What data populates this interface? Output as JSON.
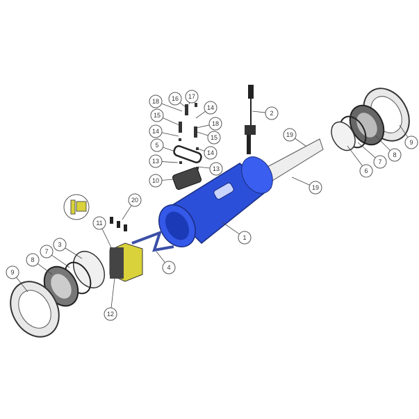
{
  "diagram": {
    "type": "exploded parts view",
    "callouts": [
      "18",
      "16",
      "17",
      "14",
      "15",
      "18",
      "14",
      "15",
      "5",
      "14",
      "13",
      "13",
      "10",
      "2",
      "19",
      "19",
      "9",
      "8",
      "7",
      "6",
      "1",
      "4",
      "20",
      "11",
      "12",
      "3",
      "7",
      "8",
      "9"
    ],
    "colors": {
      "body_blue": "#2b4fd8",
      "electrode_yellow": "#d9d23a",
      "gasket_blue": "#3b4fa8",
      "line": "#333333"
    }
  }
}
